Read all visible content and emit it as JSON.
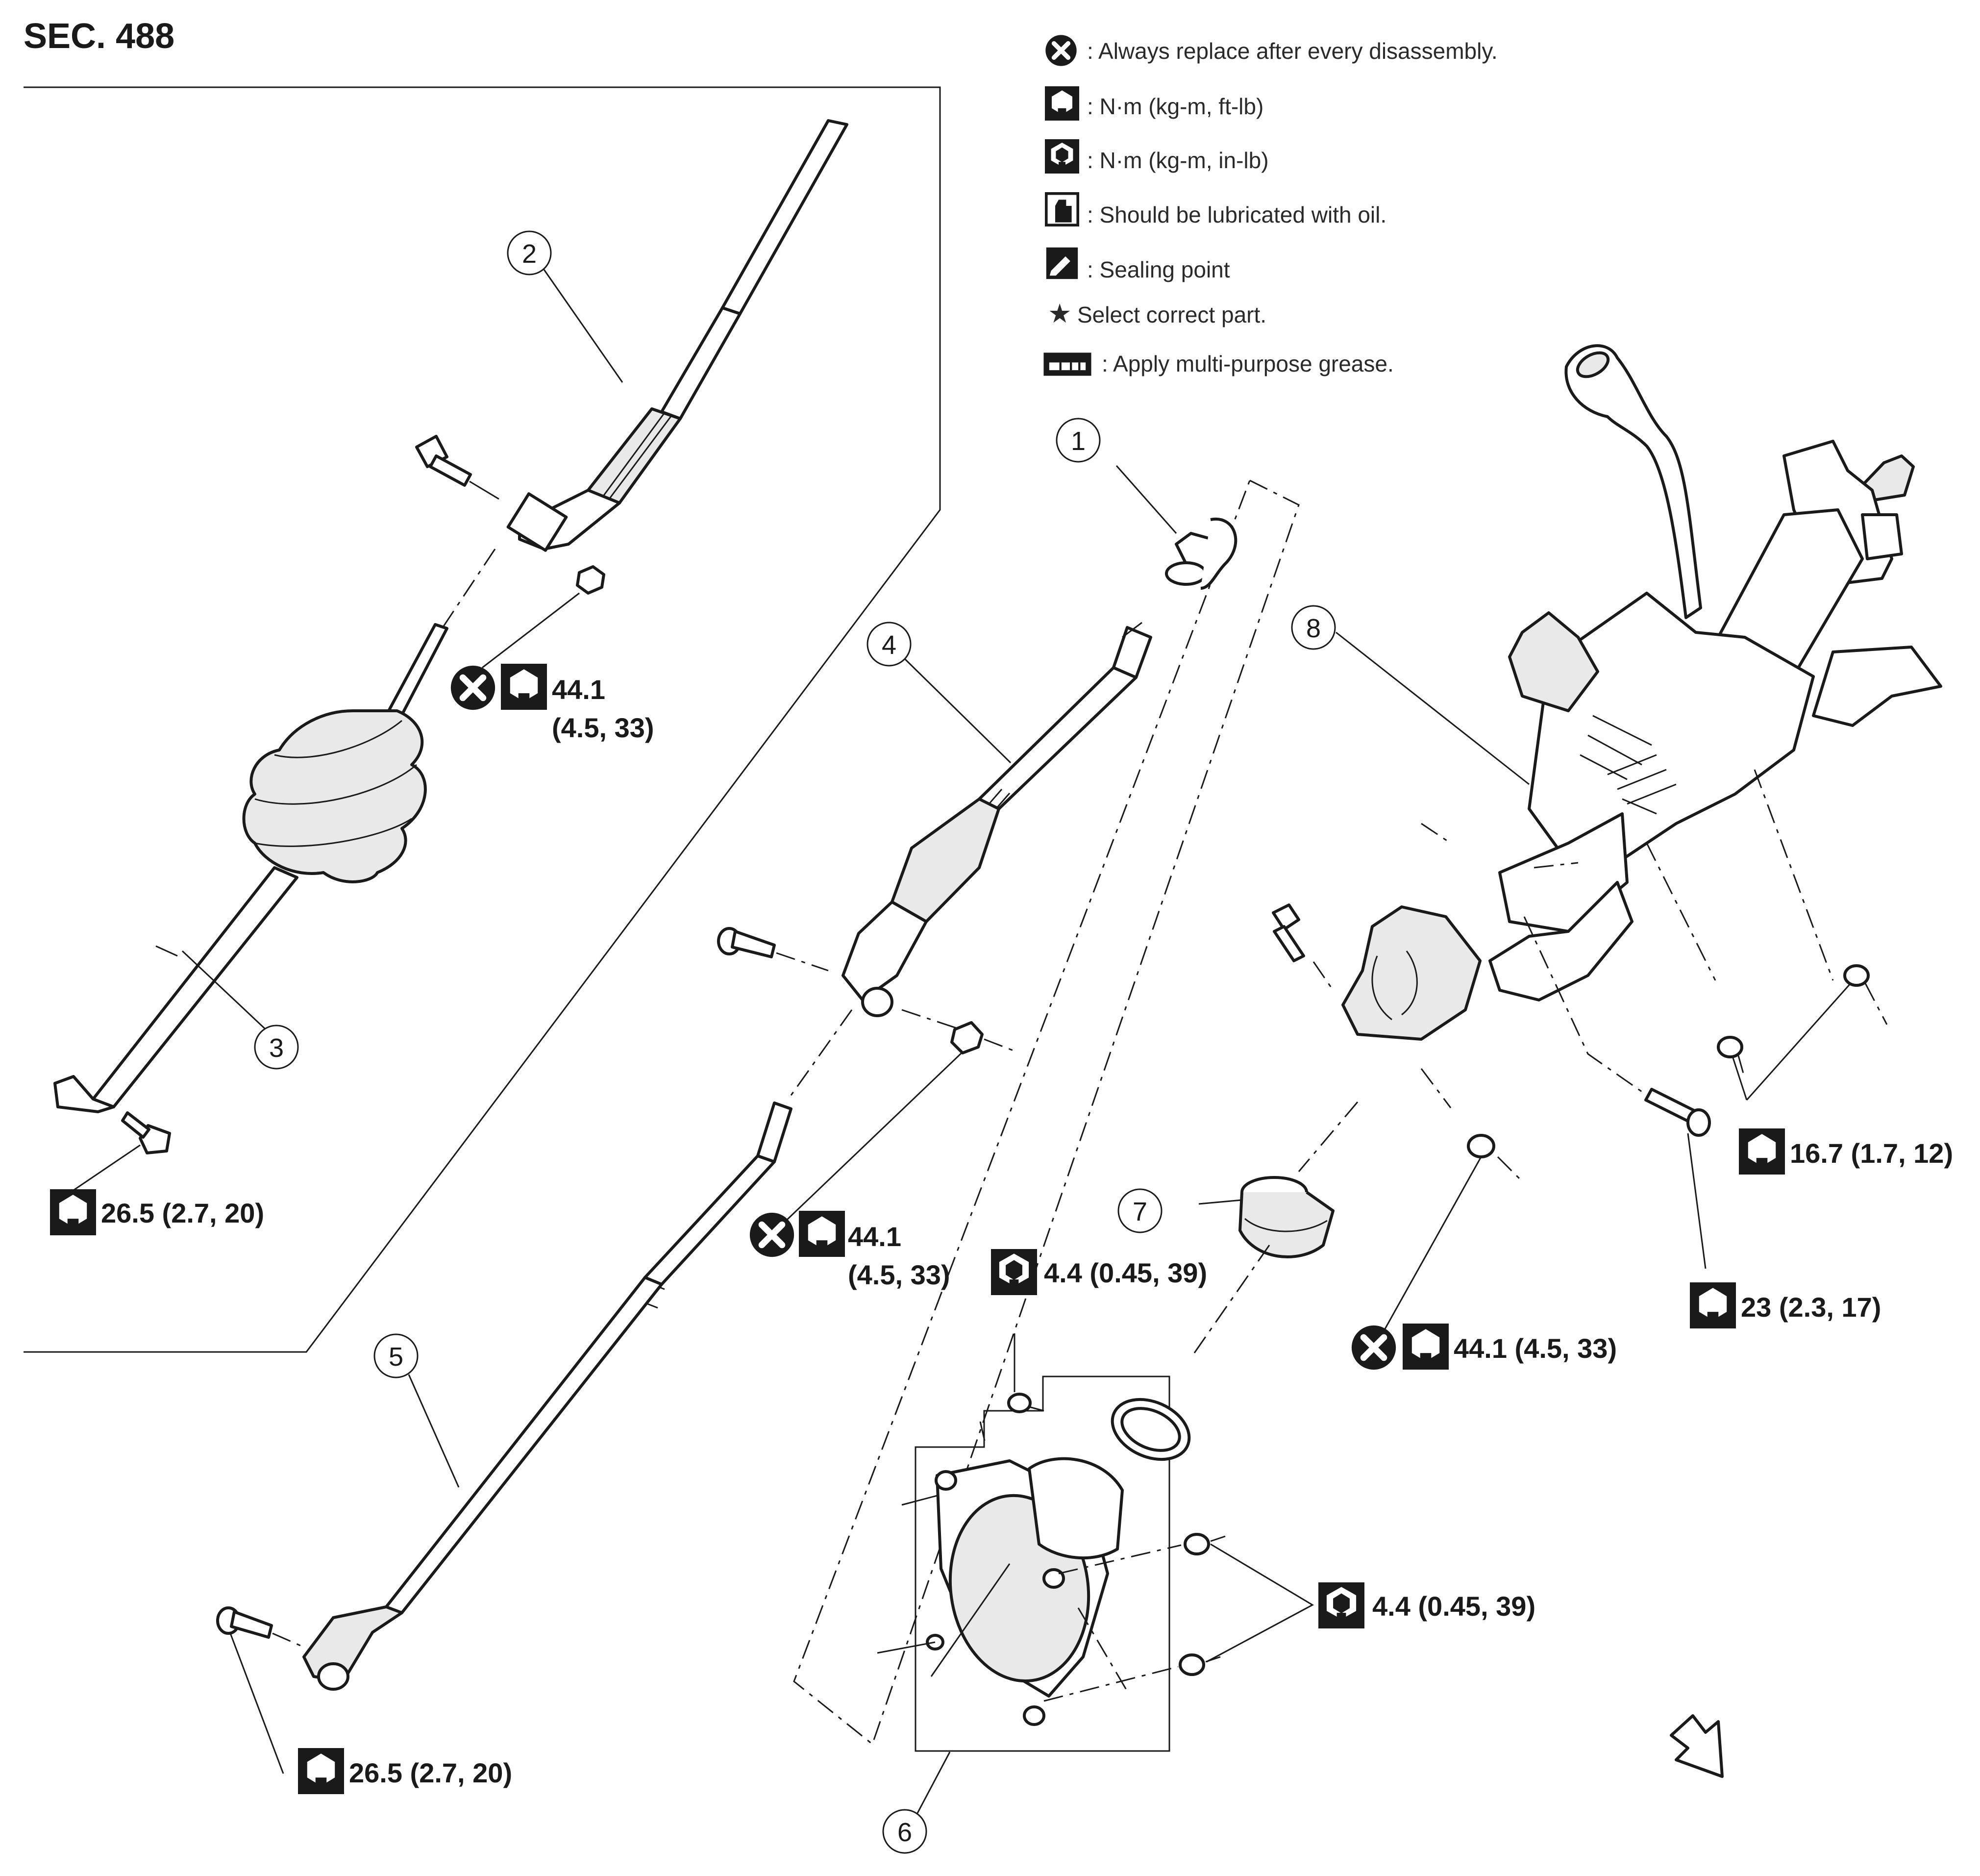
{
  "section_title": "SEC. 488",
  "legend": [
    {
      "icon": "replace-x-icon",
      "text": ": Always replace after every disassembly."
    },
    {
      "icon": "torque-wrench-icon",
      "text": ": N·m (kg-m, ft-lb)"
    },
    {
      "icon": "torque-wrench-inlb-icon",
      "text": ": N·m (kg-m, in-lb)"
    },
    {
      "icon": "oil-can-icon",
      "text": ": Should be lubricated with oil."
    },
    {
      "icon": "sealing-point-icon",
      "text": ": Sealing point"
    },
    {
      "icon": "star-icon",
      "text": "Select correct part."
    },
    {
      "icon": "grease-icon",
      "text": ": Apply multi-purpose grease."
    }
  ],
  "callouts": [
    "1",
    "2",
    "3",
    "4",
    "5",
    "6",
    "7",
    "8"
  ],
  "torques": {
    "t_441_a_line1": "44.1",
    "t_441_a_line2": "(4.5, 33)",
    "t_265_left": "26.5 (2.7, 20)",
    "t_441_b_line1": "44.1",
    "t_441_b_line2": "(4.5, 33)",
    "t_44_top": "4.4 (0.45, 39)",
    "t_441_c": "44.1 (4.5, 33)",
    "t_167": "16.7 (1.7, 12)",
    "t_23": "23 (2.3, 17)",
    "t_44_right": "4.4 (0.45, 39)",
    "t_265_bottom": "26.5 (2.7, 20)"
  },
  "colors": {
    "ink": "#1a1a1a",
    "icon_fill": "#1a1a1a"
  }
}
